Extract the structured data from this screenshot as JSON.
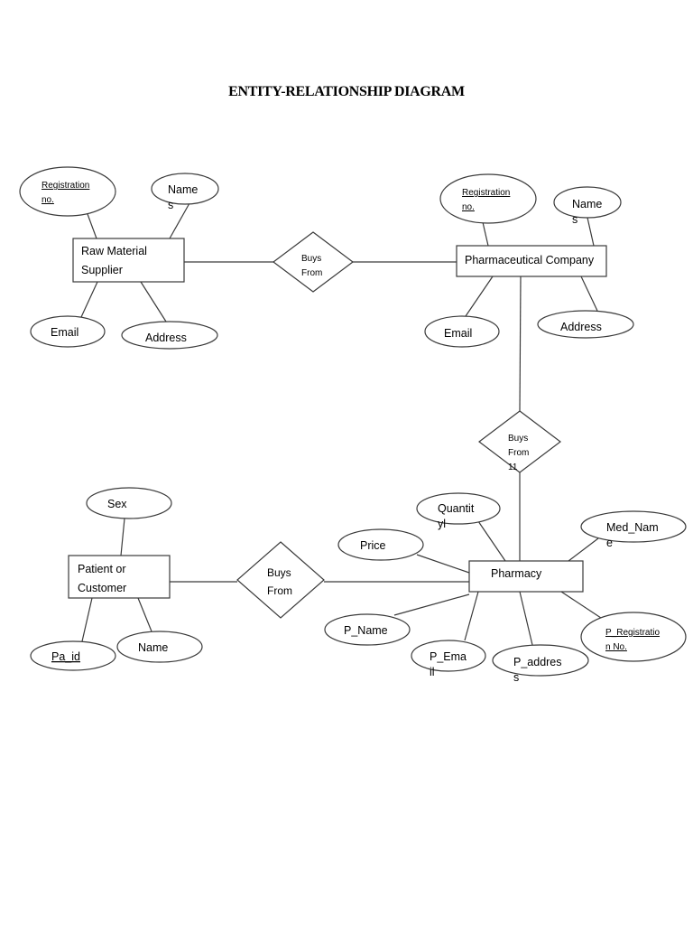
{
  "title": "ENTITY-RELATIONSHIP DIAGRAM",
  "entities": [
    {
      "id": "raw-material-supplier",
      "lines": [
        "Raw Material",
        "Supplier"
      ]
    },
    {
      "id": "pharmaceutical-company",
      "lines": [
        "Pharmaceutical Company"
      ]
    },
    {
      "id": "patient-or-customer",
      "lines": [
        "Patient or",
        "Customer"
      ]
    },
    {
      "id": "pharmacy",
      "lines": [
        "Pharmacy"
      ]
    }
  ],
  "relationships": [
    {
      "id": "buys-from-supplier",
      "lines": [
        "Buys",
        "From"
      ]
    },
    {
      "id": "buys-from-company",
      "lines": [
        "Buys",
        "From",
        "11"
      ]
    },
    {
      "id": "buys-from-pharmacy",
      "lines": [
        "Buys",
        "From"
      ]
    }
  ],
  "attributes": [
    {
      "id": "supplier-registration-no",
      "lines": [
        "Registration",
        "no."
      ],
      "key": true
    },
    {
      "id": "supplier-names",
      "lines": [
        "Name",
        "s"
      ],
      "key": false
    },
    {
      "id": "supplier-email",
      "lines": [
        "Email"
      ],
      "key": false
    },
    {
      "id": "supplier-address",
      "lines": [
        "Address"
      ],
      "key": false
    },
    {
      "id": "company-registration-no",
      "lines": [
        "Registration",
        "no."
      ],
      "key": true
    },
    {
      "id": "company-names",
      "lines": [
        "Name",
        "s"
      ],
      "key": false
    },
    {
      "id": "company-email",
      "lines": [
        "Email"
      ],
      "key": false
    },
    {
      "id": "company-address",
      "lines": [
        "Address"
      ],
      "key": false
    },
    {
      "id": "patient-sex",
      "lines": [
        "Sex"
      ],
      "key": false
    },
    {
      "id": "patient-pa-id",
      "lines": [
        "Pa_id"
      ],
      "key": true
    },
    {
      "id": "patient-name",
      "lines": [
        "Name"
      ],
      "key": false
    },
    {
      "id": "pharmacy-quantity",
      "lines": [
        "Quantit",
        "yl"
      ],
      "key": false
    },
    {
      "id": "pharmacy-price",
      "lines": [
        "Price"
      ],
      "key": false
    },
    {
      "id": "pharmacy-med-name",
      "lines": [
        "Med_Nam",
        "e"
      ],
      "key": false
    },
    {
      "id": "pharmacy-p-name",
      "lines": [
        "P_Name"
      ],
      "key": false
    },
    {
      "id": "pharmacy-p-email",
      "lines": [
        "P_Ema",
        "il"
      ],
      "key": false
    },
    {
      "id": "pharmacy-p-address",
      "lines": [
        "P_addres",
        "s"
      ],
      "key": false
    },
    {
      "id": "pharmacy-p-registration-no",
      "lines": [
        "P_Registratio",
        "n No."
      ],
      "key": true
    }
  ]
}
